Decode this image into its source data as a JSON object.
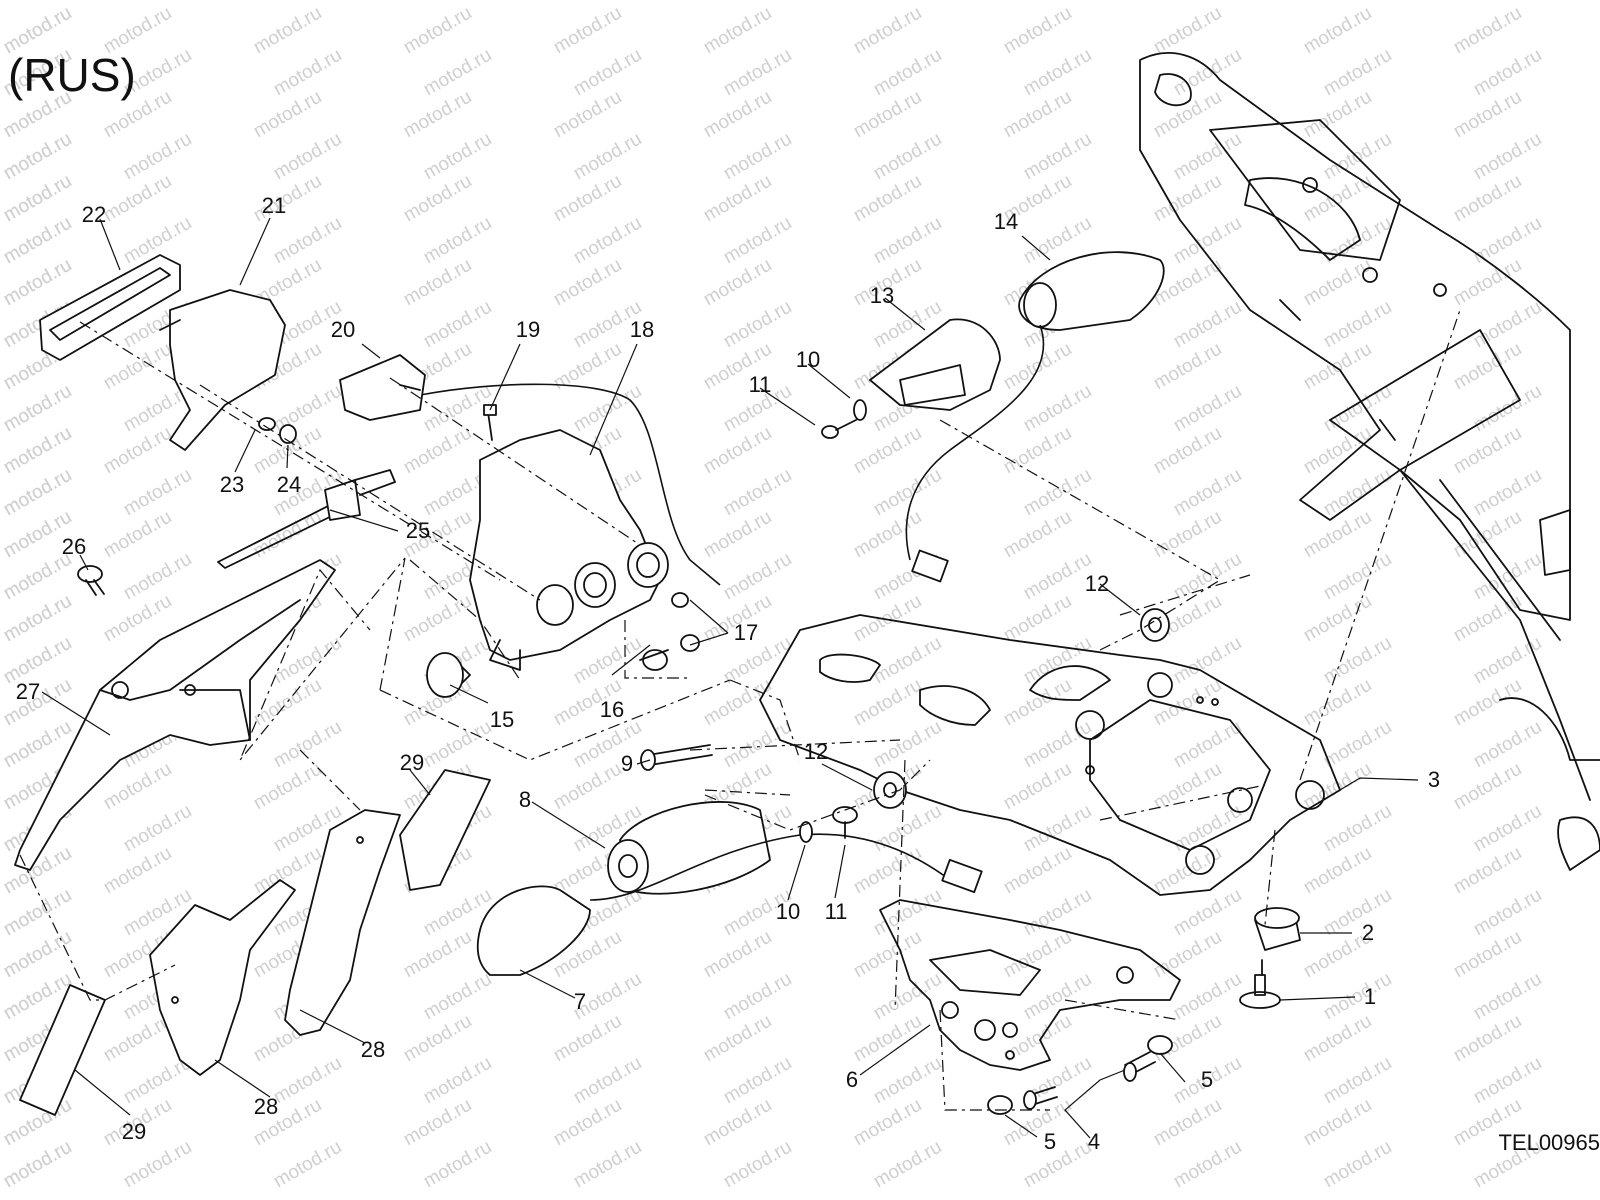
{
  "diagram": {
    "title": "(RUS)",
    "drawing_code": "TEL00965",
    "watermark_text": "motod.ru",
    "callouts": {
      "c1": "1",
      "c2": "2",
      "c3": "3",
      "c4": "4",
      "c5a": "5",
      "c5b": "5",
      "c6": "6",
      "c7": "7",
      "c8": "8",
      "c9": "9",
      "c10a": "10",
      "c10b": "10",
      "c11a": "11",
      "c11b": "11",
      "c12a": "12",
      "c12b": "12",
      "c13": "13",
      "c14": "14",
      "c15": "15",
      "c16": "16",
      "c17": "17",
      "c18": "18",
      "c19": "19",
      "c20": "20",
      "c21": "21",
      "c22": "22",
      "c23": "23",
      "c24": "24",
      "c25": "25",
      "c26": "26",
      "c27": "27",
      "c28a": "28",
      "c28b": "28",
      "c29a": "29",
      "c29b": "29"
    }
  }
}
